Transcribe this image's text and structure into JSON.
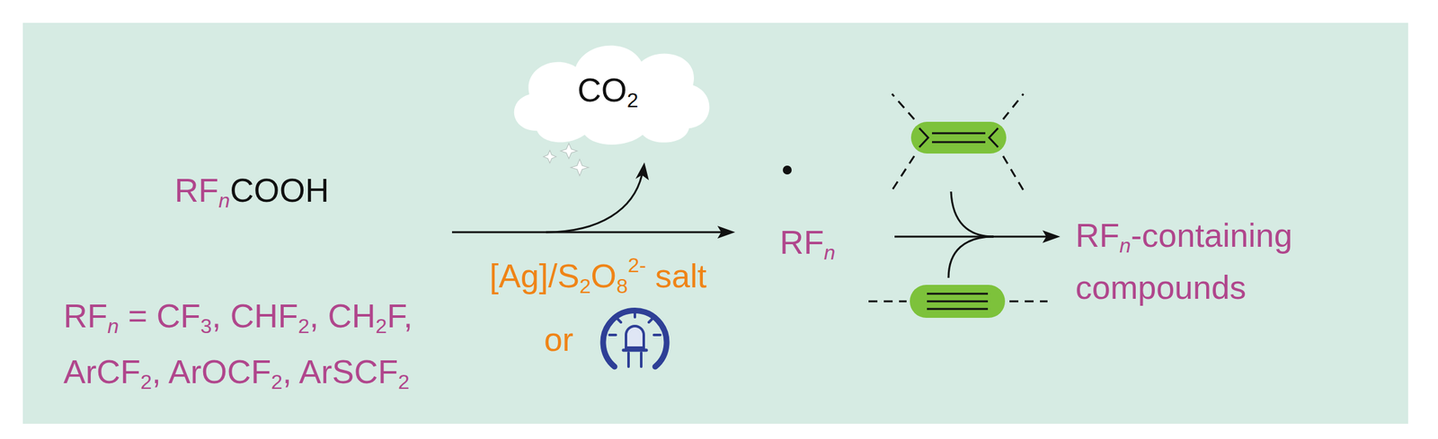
{
  "diagram": {
    "nodes": [
      {
        "text": [
          "CO2"
        ]
      }
    ],
    "labels": [
      "RFnCOOH",
      "[Ag]/S2O82- salt",
      "or",
      "RFn",
      "RFn = CF3, CHF2, CH2F, ArCF2, ArOCF2, ArSCF2",
      "RFn-containing compounds"
    ]
  }
}
